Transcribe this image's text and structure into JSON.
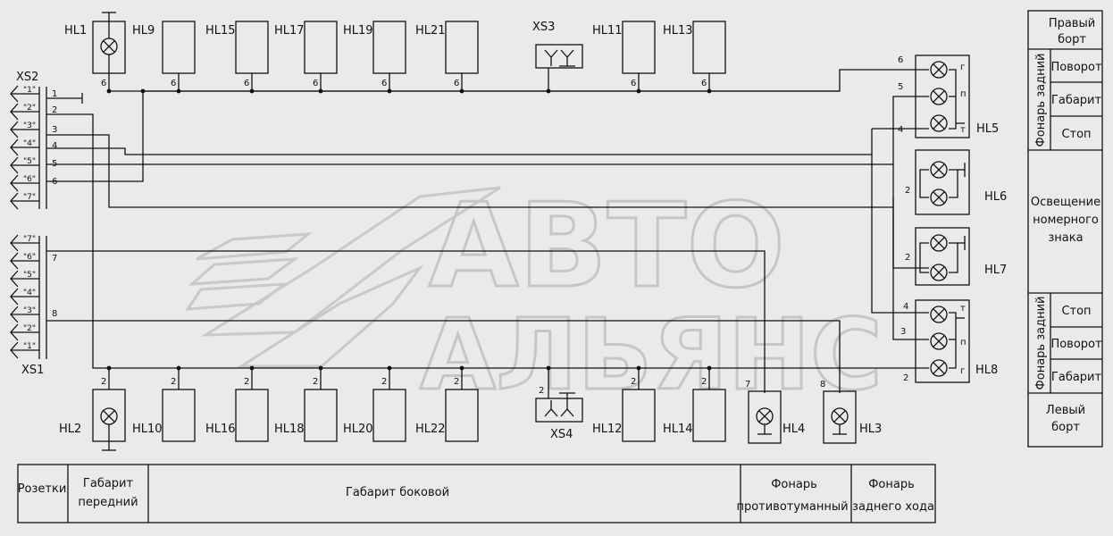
{
  "connectors": {
    "xs1": "XS1",
    "xs2": "XS2",
    "xs3": "XS3",
    "xs4": "XS4",
    "xs2_pins": [
      "\"1\"",
      "\"2\"",
      "\"3\"",
      "\"4\"",
      "\"5\"",
      "\"6\"",
      "\"7\""
    ],
    "xs1_pins": [
      "\"7\"",
      "\"6\"",
      "\"5\"",
      "\"4\"",
      "\"3\"",
      "\"2\"",
      "\"1\""
    ]
  },
  "wire_numbers": {
    "w1": "1",
    "w2": "2",
    "w3": "3",
    "w4": "4",
    "w5": "5",
    "w6": "6",
    "w7": "7",
    "w8": "8"
  },
  "top_lamps": [
    "HL1",
    "HL9",
    "HL15",
    "HL17",
    "HL19",
    "HL21",
    "HL11",
    "HL13"
  ],
  "bottom_lamps": [
    "HL2",
    "HL10",
    "HL16",
    "HL18",
    "HL20",
    "HL22",
    "HL12",
    "HL14"
  ],
  "right_lamps": {
    "hl5": "HL5",
    "hl6": "HL6",
    "hl7": "HL7",
    "hl8": "HL8",
    "hl4": "HL4",
    "hl3": "HL3"
  },
  "lamp_pins": {
    "g": "г",
    "p": "п",
    "t": "т"
  },
  "right_panel": {
    "right_side": [
      "Правый",
      "борт"
    ],
    "rear_lamp": "Фонарь задний",
    "turn": "Поворот",
    "marker": "Габарит",
    "stop": "Стоп",
    "plate_light": [
      "Освещение",
      "номерного",
      "знака"
    ],
    "left_side": [
      "Левый",
      "борт"
    ]
  },
  "bottom_legend": {
    "sockets": "Розетки",
    "front_marker": [
      "Габарит",
      "передний"
    ],
    "side_marker": "Габарит боковой",
    "fog_lamp": [
      "Фонарь",
      "противотуманный"
    ],
    "reverse_lamp": [
      "Фонарь",
      "заднего хода"
    ]
  },
  "watermark": {
    "line1": "АВТО",
    "line2": "АЛЬЯНС"
  }
}
